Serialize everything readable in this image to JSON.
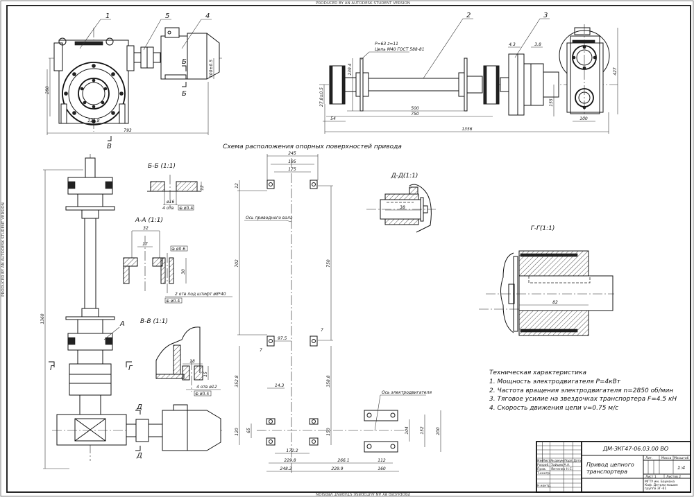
{
  "watermark": "PRODUCED BY AN AUTODESK STUDENT VERSION",
  "caption": "Схема расположения опорных поверхностей привода",
  "top_left_view": {
    "part_labels": [
      "1",
      "5",
      "4"
    ],
    "section_marks": [
      "Б",
      "Б",
      "В"
    ],
    "dims": {
      "width_221": "221.8",
      "overall": "793",
      "height": "280",
      "axis": "100±0.5"
    }
  },
  "top_right_view": {
    "part_labels": [
      "2",
      "3"
    ],
    "chain_note_1": "P=63 z=11",
    "chain_note_2": "Цепь М40 ГОСТ 588-81",
    "dims": {
      "d1": "239.4",
      "d2": "27.8±0.5",
      "d500": "500",
      "d750": "750",
      "d54": "54",
      "d1356": "1356",
      "d43": "4.3",
      "d38": "3.8",
      "d155": "155",
      "d100": "100",
      "d427": "427"
    }
  },
  "left_view": {
    "dim_total": "1360",
    "section_marks": [
      "А",
      "Г",
      "Г",
      "Д",
      "Д"
    ]
  },
  "sections": {
    "bb": {
      "title": "Б-Б (1:1)",
      "dim_h": "12",
      "hole": "ø16",
      "holes": "4 отв",
      "tol": "⊕ ø0.4"
    },
    "aa": {
      "title": "А-А (1:1)",
      "d32": "32",
      "d17": "17",
      "d30": "30",
      "tol1": "⊕ ø0.6",
      "note": "2 отв под штифт ø8*40",
      "tol2": "⊕ ø0.4"
    },
    "vv": {
      "title": "В-В (1:1)",
      "d18": "18",
      "d15": "15",
      "note": "4 отв ø12",
      "tol": "⊕ ø0.4"
    },
    "dd": {
      "title": "Д-Д(1:1)",
      "d38": "38"
    },
    "gg": {
      "title": "Г-Г(1:1)",
      "d82": "82"
    }
  },
  "layout_plan": {
    "axis_shaft": "Ось приводного вала",
    "axis_motor": "Ось электродвигателя",
    "dims": {
      "d245": "245",
      "d195": "195",
      "d175": "175",
      "d12": "12",
      "d702": "702",
      "d750": "750",
      "d975": "97.5",
      "d7": "7",
      "d7b": "7",
      "d3528": "352.8",
      "d143": "14.3",
      "d3588": "358.8",
      "d120": "120",
      "d65": "65",
      "d150": "150",
      "d104": "104",
      "d152": "152",
      "d200": "200",
      "d1722": "172.2",
      "d2298": "229.8",
      "d2661": "266.1",
      "d112": "112",
      "d2482": "248.2",
      "d2299": "229.9",
      "d160": "160"
    }
  },
  "tech_spec": {
    "title": "Техническая характеристика",
    "items": [
      "1. Мощность электродвигателя P=4кВт",
      "2. Частота вращения электродвигателя n=2850 об/мин",
      "3. Тяговое усилие на звездочках транспортера F=4.5 кН",
      "4. Скорость движения цепи v=0.75 м/с"
    ]
  },
  "title_block": {
    "code": "ДМ-ЗКГ47-06.03.00 ВО",
    "name_line1": "Привод цепного",
    "name_line2": "транспортера",
    "col_headers": [
      "Изм",
      "Лист",
      "№ докум.",
      "Подп.",
      "Дата"
    ],
    "rows": [
      "Разраб.",
      "Пров.",
      "Т.контр.",
      "",
      "Н.контр."
    ],
    "names": [
      "Зайцев А.А.",
      "Ямченко Н.С."
    ],
    "lit": "Лит.",
    "mass": "Масса",
    "scale_label": "Масштаб",
    "scale": "1:4",
    "sheet": "Лист 1",
    "sheets": "Листов 2",
    "org_1": "МГТУ им. Баумана",
    "org_2": "Каф. Детали машин",
    "org_3": "группа ЭГ-61"
  }
}
